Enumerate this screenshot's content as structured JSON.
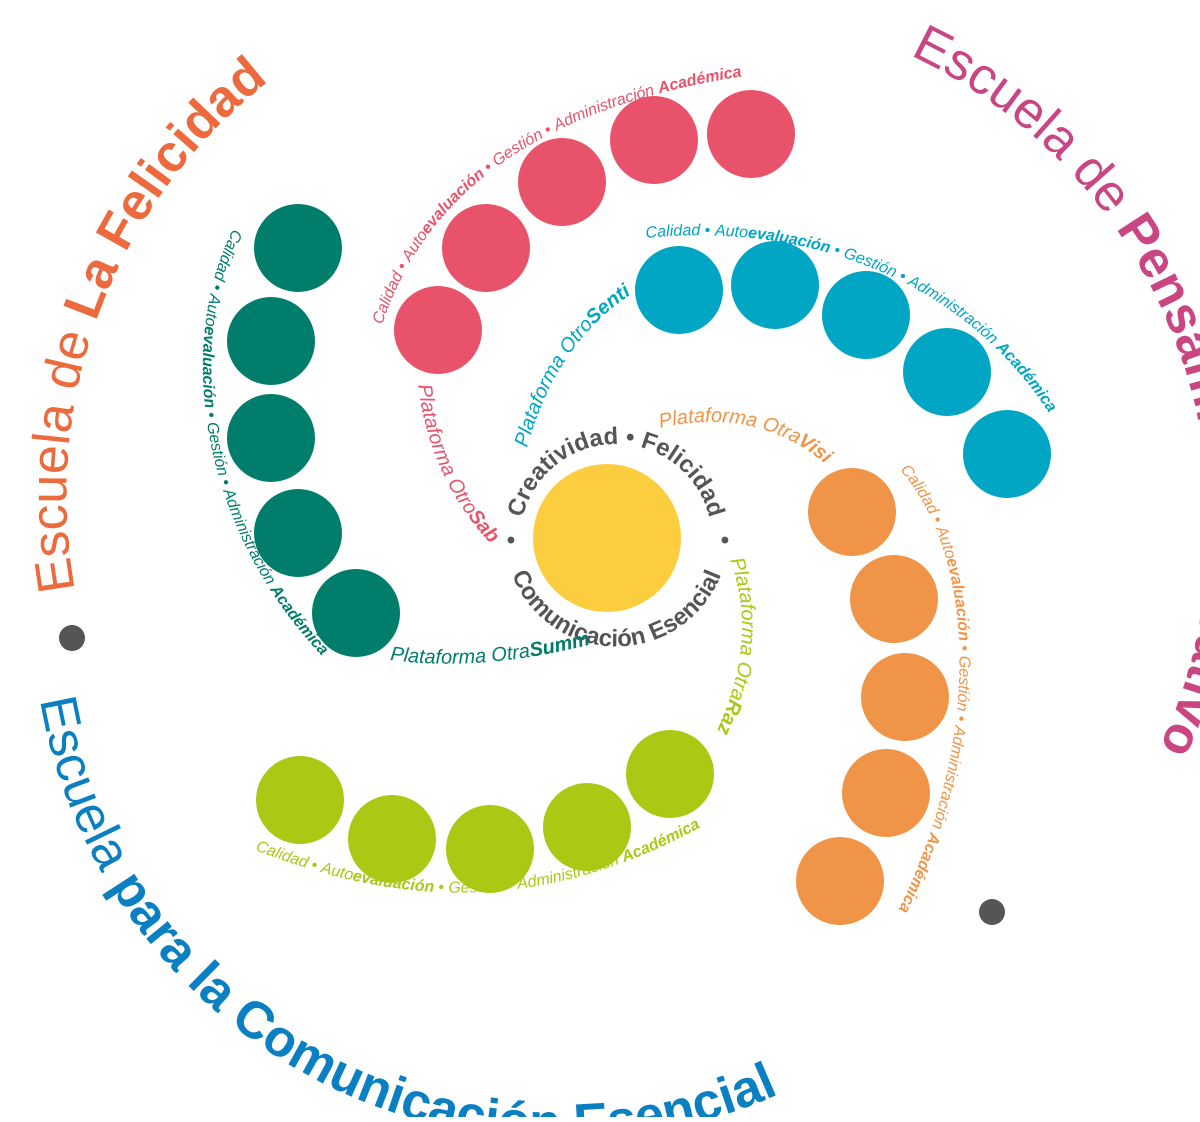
{
  "colors": {
    "felicidad": "#ec6a3d",
    "pensamiento": "#c94683",
    "comunicacion": "#0a7fc1",
    "teal": "#007d6b",
    "red": "#e8526a",
    "blue": "#00a6c3",
    "orange": "#f09447",
    "lime": "#a9c914",
    "yellow": "#fdcd40",
    "gray": "#555555"
  },
  "outer": {
    "felicidad": {
      "pre": "Escuela de ",
      "bold": "La Felicidad"
    },
    "pensamiento": {
      "pre": "Escuela de ",
      "bold": "Pensamiento Creativo"
    },
    "comunicacion": {
      "pre": "Escuela ",
      "bold": "para la Comunicación Esencial"
    }
  },
  "center": {
    "part1": "Creatividad • Felicidad",
    "part2": "Comunicación Esencial",
    "sep": "•"
  },
  "spiral_text": {
    "calidad": "Calidad",
    "auto_prefix": "Auto",
    "auto_bold": "evaluación",
    "gestion": "Gestión",
    "administracion": "Administración",
    "academica": "Académica",
    "bullet": "•"
  },
  "platforms": {
    "plataforma": "Plataforma",
    "summa": {
      "pre": "Otra",
      "bold": "Summa"
    },
    "sabor": {
      "pre": "Otro",
      "bold": "Sabor"
    },
    "sentido": {
      "pre": "Otro",
      "bold": "Sentido"
    },
    "vision": {
      "pre": "Otra",
      "bold": "Visión"
    },
    "razon": {
      "pre": "Otra",
      "bold": "Razón"
    }
  }
}
